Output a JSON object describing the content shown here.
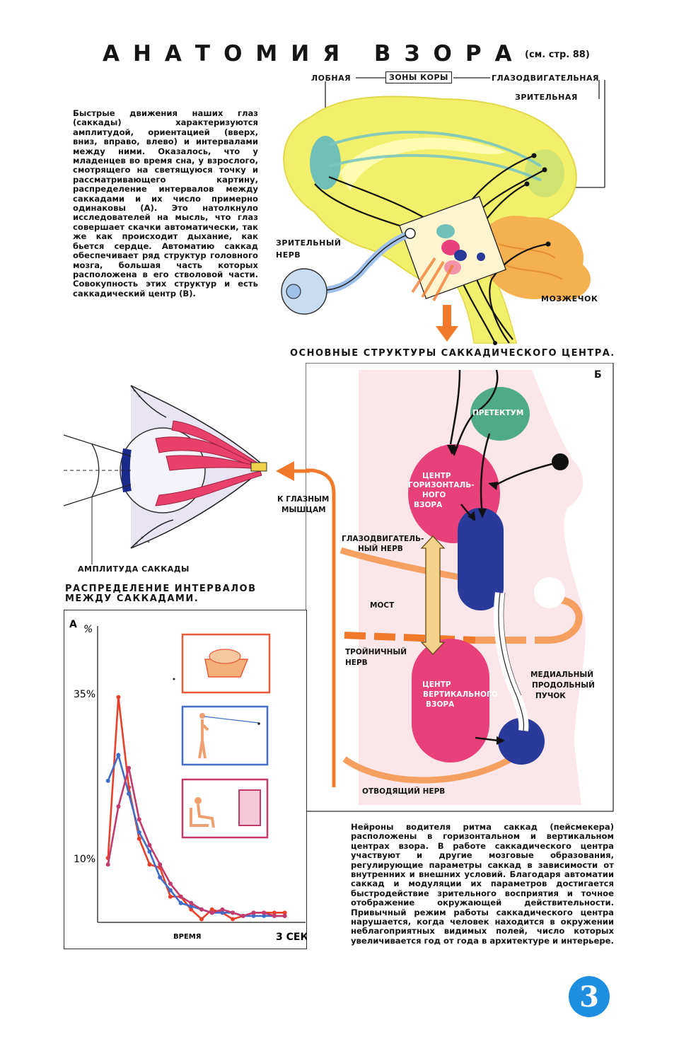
{
  "header": {
    "title": "АНАТОМИЯ ВЗОРА",
    "page_ref": "(см. стр. 88)"
  },
  "brain_figure": {
    "cortex_zones_label": "ЗОНЫ КОРЫ",
    "frontal": "ЛОБНАЯ",
    "oculomotor": "ГЛАЗОДВИГАТЕЛЬНАЯ",
    "visual": "ЗРИТЕЛЬНАЯ",
    "optic_nerve_line1": "ЗРИТЕЛЬНЫЙ",
    "optic_nerve_line2": "НЕРВ",
    "cerebellum": "МОЗЖЕЧОК"
  },
  "intro_text": "Быстрые движения наших глаз (саккады) характеризуются амплитудой, ориентацией (вверх, вниз, вправо, влево) и интервалами между ними. Оказалось, что у младенцев во время сна, у взрослого, смотрящего на светящуюся точку и рассматривающего картину, распределение интервалов между саккадами и их число примерно одинаковы (А). Это натолкнуло исследователей на мысль, что глаз совершает скачки автоматически, так же как происходит дыхание, как бьется сердце. Автоматию саккад обеспечивает ряд структур головного мозга, большая часть которых расположена в его стволовой части. Совокупность этих структур и есть саккадический центр (В).",
  "center_figure": {
    "heading": "ОСНОВНЫЕ СТРУКТУРЫ САККАДИЧЕСКОГО ЦЕНТРА.",
    "panel_letter": "Б",
    "pretectum": "ПРЕТЕКТУМ",
    "hcenter_1": "ЦЕНТР",
    "hcenter_2": "ГОРИЗОНТАЛЬ-",
    "hcenter_3": "НОГО",
    "hcenter_4": "ВЗОРА",
    "oculomotor_nerve_1": "ГЛАЗОДВИГАТЕЛЬ-",
    "oculomotor_nerve_2": "НЫЙ НЕРВ",
    "pons": "МОСТ",
    "trigeminal_1": "ТРОЙНИЧНЫЙ",
    "trigeminal_2": "НЕРВ",
    "vcenter_1": "ЦЕНТР",
    "vcenter_2": "ВЕРТИКАЛЬНОГО",
    "vcenter_3": "ВЗОРА",
    "mlf_1": "МЕДИАЛЬНЫЙ",
    "mlf_2": "ПРОДОЛЬНЫЙ",
    "mlf_3": "ПУЧОК",
    "abducens": "ОТВОДЯЩИЙ НЕРВ",
    "to_muscles_1": "К ГЛАЗНЫМ",
    "to_muscles_2": "МЫШЦАМ"
  },
  "eye_figure": {
    "amplitude": "АМПЛИТУДА САККАДЫ"
  },
  "distribution_title_1": "РАСПРЕДЕЛЕНИЕ ИНТЕРВАЛОВ",
  "distribution_title_2": "МЕЖДУ САККАДАМИ.",
  "chart_data": {
    "type": "line",
    "panel_letter": "А",
    "unit_label": "%",
    "y_ticks": [
      "35%",
      "10%"
    ],
    "xlabel": "ВРЕМЯ",
    "x_end_label": "3 СЕК",
    "ylim": [
      0,
      42
    ],
    "x": [
      0.15,
      0.3,
      0.45,
      0.6,
      0.75,
      0.9,
      1.05,
      1.2,
      1.35,
      1.5,
      1.65,
      1.8,
      1.95,
      2.1,
      2.25,
      2.4,
      2.55,
      2.7
    ],
    "series": [
      {
        "color": "#e8402a",
        "values": [
          10,
          35,
          21,
          13,
          9,
          8.5,
          4,
          4,
          2,
          0.5,
          2,
          1.5,
          0.5,
          1,
          1.5,
          1.5,
          1.5,
          1.5
        ]
      },
      {
        "color": "#3f6ec8",
        "values": [
          22,
          26,
          20,
          14,
          11,
          7,
          5,
          3,
          2.5,
          2,
          1.5,
          1.5,
          1.5,
          1,
          1,
          1,
          1,
          1
        ]
      },
      {
        "color": "#c23a6e",
        "values": [
          9,
          18,
          24,
          16,
          12,
          9,
          6,
          4,
          3,
          2,
          1.5,
          2,
          1.5,
          1,
          1.5,
          1.5,
          1,
          1
        ]
      }
    ]
  },
  "conclusion_text": "Нейроны водителя ритма саккад (пейсмекера) расположены в горизонтальном и вертикальном центрах взора. В работе саккадического центра участвуют и другие мозговые образования, регулирующие параметры саккад в зависимости от внутренних и внешних условий. Благодаря автоматии саккад и модуляции их параметров достигается быстродействие зрительного восприятия и точное отображение окружающей действительности. Привычный режим работы саккадического центра нарушается, когда человек находится в окружении неблагоприятных видимых полей, число которых увеличивается год от года в архитектуре и интерьере.",
  "page_number": "3",
  "colors": {
    "brain_yellow": "#f2f06a",
    "cerebellum_orange": "#f5b050",
    "nerve_orange": "#f07a2a",
    "structure_pink": "#e8407a",
    "structure_blue": "#2a3a9a",
    "pretectum_green": "#4faa88",
    "page_badge_blue": "#1e8ee0"
  }
}
